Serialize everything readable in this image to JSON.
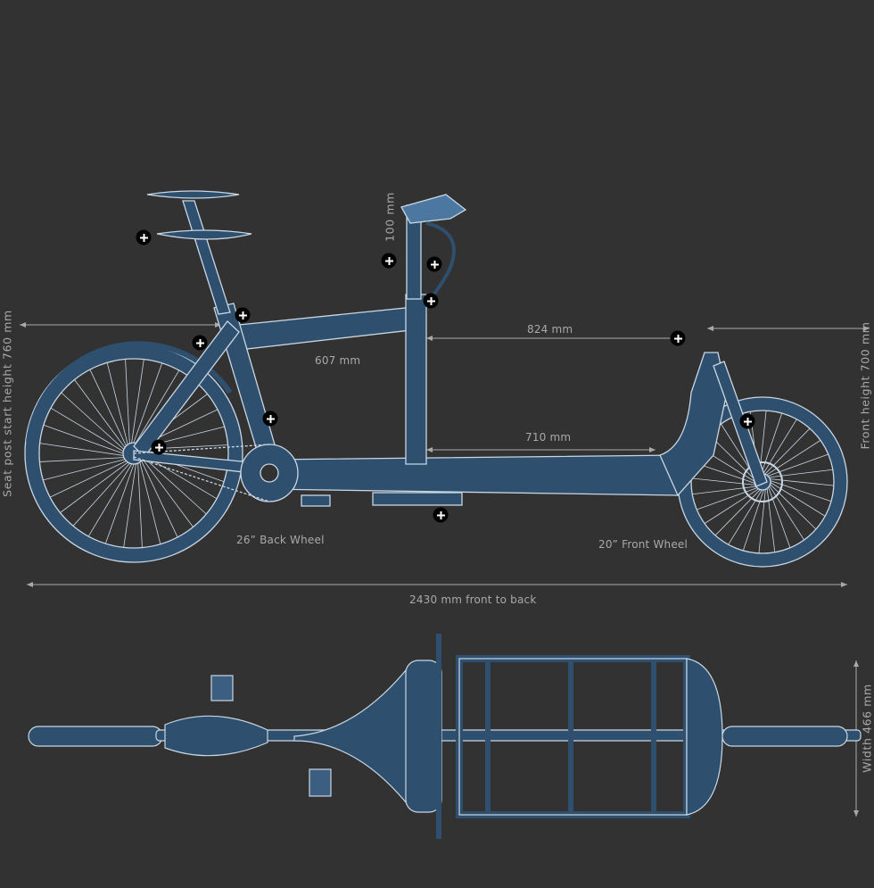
{
  "colors": {
    "background": "#333232",
    "frame": "#2f4f6e",
    "line": "#c9d7e4",
    "label": "#a9a9a9",
    "hotspot": "#000000"
  },
  "labels": {
    "stem_height": "100 mm",
    "seat_post_height": "Seat post start height 760 mm",
    "front_height": "Front height 700 mm",
    "top_tube": "607 mm",
    "cargo_top": "824 mm",
    "cargo_bottom": "710 mm",
    "back_wheel": "26” Back Wheel",
    "front_wheel": "20” Front Wheel",
    "total_length": "2430 mm front to back",
    "width": "Width 466 mm"
  },
  "hotspots": [
    {
      "name": "saddle",
      "icon": "plus-icon"
    },
    {
      "name": "stem",
      "icon": "plus-icon"
    },
    {
      "name": "brake-lever",
      "icon": "plus-icon"
    },
    {
      "name": "handlebar-cable",
      "icon": "plus-icon"
    },
    {
      "name": "seat-clamp",
      "icon": "plus-icon"
    },
    {
      "name": "seat-stay",
      "icon": "plus-icon"
    },
    {
      "name": "cargo-bay",
      "icon": "plus-icon"
    },
    {
      "name": "frame-lock",
      "icon": "plus-icon"
    },
    {
      "name": "front-fork",
      "icon": "plus-icon"
    },
    {
      "name": "rear-hub",
      "icon": "plus-icon"
    },
    {
      "name": "kickstand",
      "icon": "plus-icon"
    }
  ]
}
